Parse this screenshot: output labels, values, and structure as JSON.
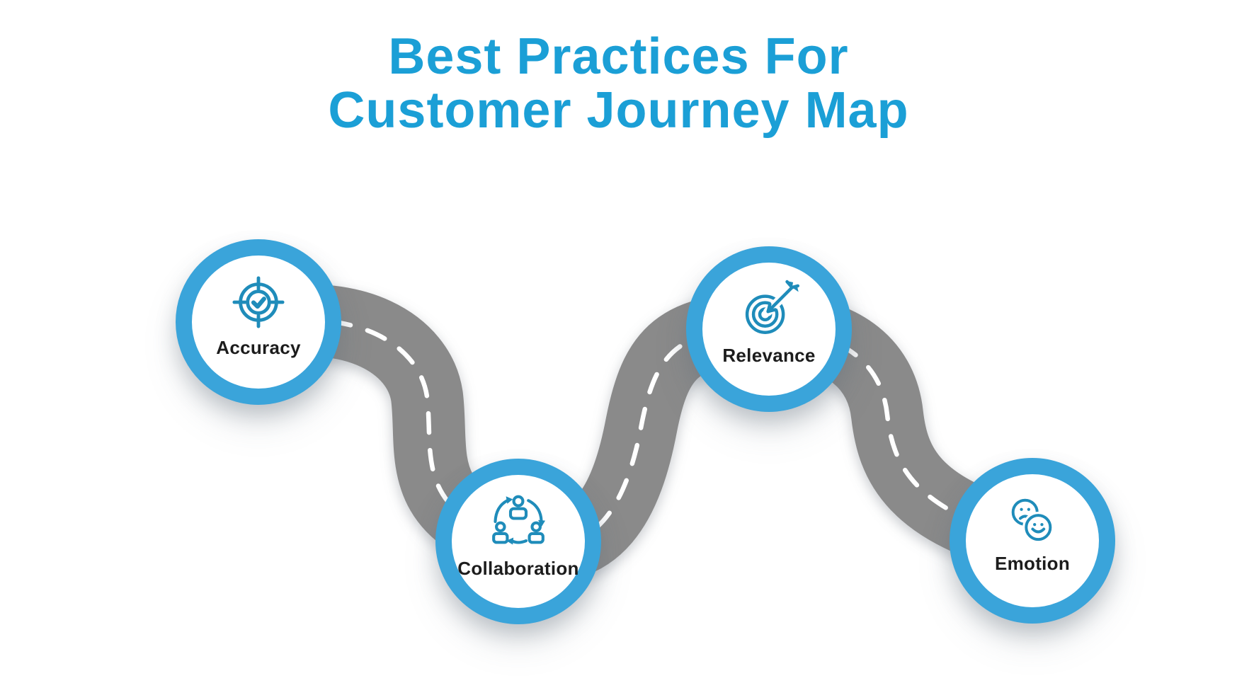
{
  "title": {
    "line1": "Best Practices For",
    "line2": "Customer Journey Map"
  },
  "nodes": [
    {
      "label": "Accuracy",
      "icon": "target-check-icon"
    },
    {
      "label": "Collaboration",
      "icon": "people-collaboration-cycle-icon"
    },
    {
      "label": "Relevance",
      "icon": "dartboard-arrow-icon"
    },
    {
      "label": "Emotion",
      "icon": "happy-sad-faces-icon"
    }
  ],
  "colors": {
    "title_blue": "#1b9fd6",
    "ring_blue": "#3aa4da",
    "icon_blue": "#1f8cba",
    "road_gray": "#8a8a8a",
    "road_dash": "#ffffff",
    "label_dark": "#1c1c1c",
    "background": "#ffffff"
  }
}
